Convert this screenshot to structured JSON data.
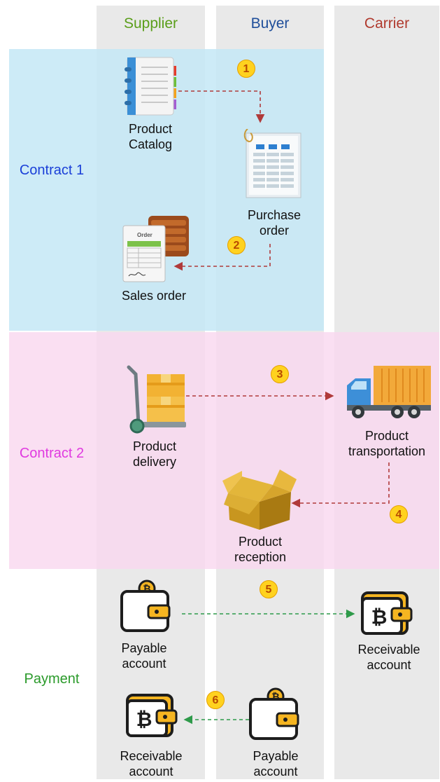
{
  "columns": {
    "supplier": {
      "label": "Supplier",
      "color": "#5a9e1a"
    },
    "buyer": {
      "label": "Buyer",
      "color": "#1f4e9a"
    },
    "carrier": {
      "label": "Carrier",
      "color": "#b03a2e"
    }
  },
  "rows": {
    "contract1": {
      "label": "Contract 1",
      "color": "#1a3fd8",
      "band_color": "#b8e2f2"
    },
    "contract2": {
      "label": "Contract 2",
      "color": "#e03ae0",
      "band_color": "#f7d6ee"
    },
    "payment": {
      "label": "Payment",
      "color": "#2a9a2a"
    }
  },
  "nodes": {
    "product_catalog": {
      "line1": "Product",
      "line2": "Catalog",
      "icon": "catalog-icon"
    },
    "purchase_order": {
      "line1": "Purchase",
      "line2": "order",
      "icon": "purchase-order-icon"
    },
    "sales_order": {
      "line1": "Sales order",
      "icon": "sales-order-icon"
    },
    "product_delivery": {
      "line1": "Product",
      "line2": "delivery",
      "icon": "hand-truck-icon"
    },
    "product_transportation": {
      "line1": "Product",
      "line2": "transportation",
      "icon": "truck-icon"
    },
    "product_reception": {
      "line1": "Product",
      "line2": "reception",
      "icon": "open-box-icon"
    },
    "supplier_payable": {
      "line1": "Payable",
      "line2": "account",
      "icon": "bitcoin-wallet-icon"
    },
    "carrier_receivable": {
      "line1": "Receivable",
      "line2": "account",
      "icon": "bitcoin-wallet-icon"
    },
    "supplier_receivable": {
      "line1": "Receivable",
      "line2": "account",
      "icon": "bitcoin-wallet-icon"
    },
    "buyer_payable": {
      "line1": "Payable",
      "line2": "account",
      "icon": "bitcoin-wallet-icon"
    },
    "order_sheet_text": "Order"
  },
  "steps": [
    "1",
    "2",
    "3",
    "4",
    "5",
    "6"
  ],
  "colors": {
    "contract_arrow": "#b03a3a",
    "payment_arrow": "#2e9a4a",
    "badge": "#ffd21f"
  }
}
